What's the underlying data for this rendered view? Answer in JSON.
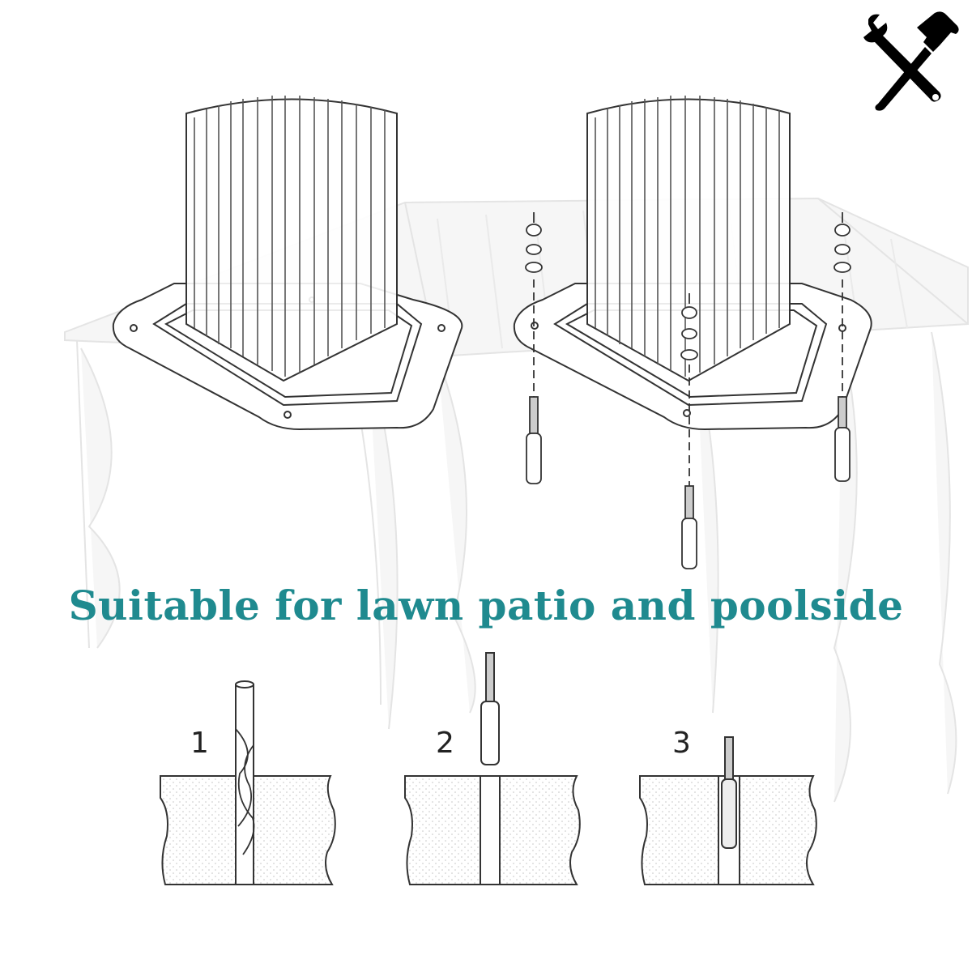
{
  "headline": "Suitable for lawn patio and poolside",
  "steps": [
    {
      "number": "1"
    },
    {
      "number": "2"
    },
    {
      "number": "3"
    }
  ],
  "icons": {
    "top_right": "wrench-hammer-icon"
  },
  "colors": {
    "headline": "#1f8a8f",
    "line": "#333333",
    "background_gazebo": "#dcdcdc"
  }
}
